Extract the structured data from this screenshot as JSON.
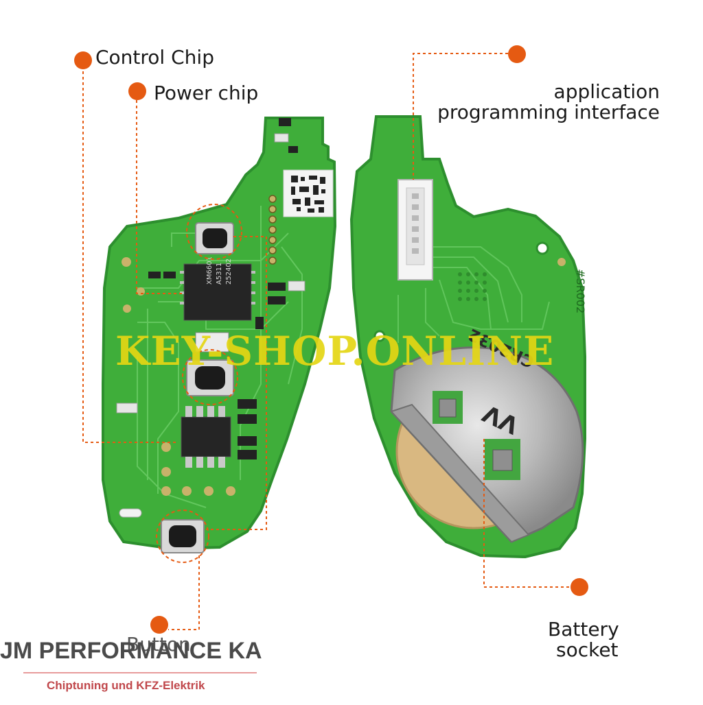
{
  "callouts": {
    "control_chip": "Control Chip",
    "power_chip": "Power chip",
    "api_line1": "application",
    "api_line2": "programming interface",
    "battery_line1": "Battery",
    "battery_line2": "socket",
    "button": "Button"
  },
  "watermark": "KEY-SHOP.ONLINE",
  "brand": {
    "name": "JM PERFORMANCE KA",
    "tagline": "Chiptuning und KFZ-Elektrik"
  },
  "board_markings": {
    "chip_main": "XM6601",
    "chip_lot": "A5311",
    "chip_date": "252402",
    "board_id": "#SR002",
    "battery_model": "CR2032",
    "battery_brand": "VV"
  },
  "colors": {
    "pcb_green": "#3fae3a",
    "pcb_edge": "#2d8f2e",
    "callout_orange": "#e55a12",
    "watermark_yellow": "#e4d614",
    "brand_gray": "#4a4a4a",
    "brand_red": "#c0474b"
  }
}
